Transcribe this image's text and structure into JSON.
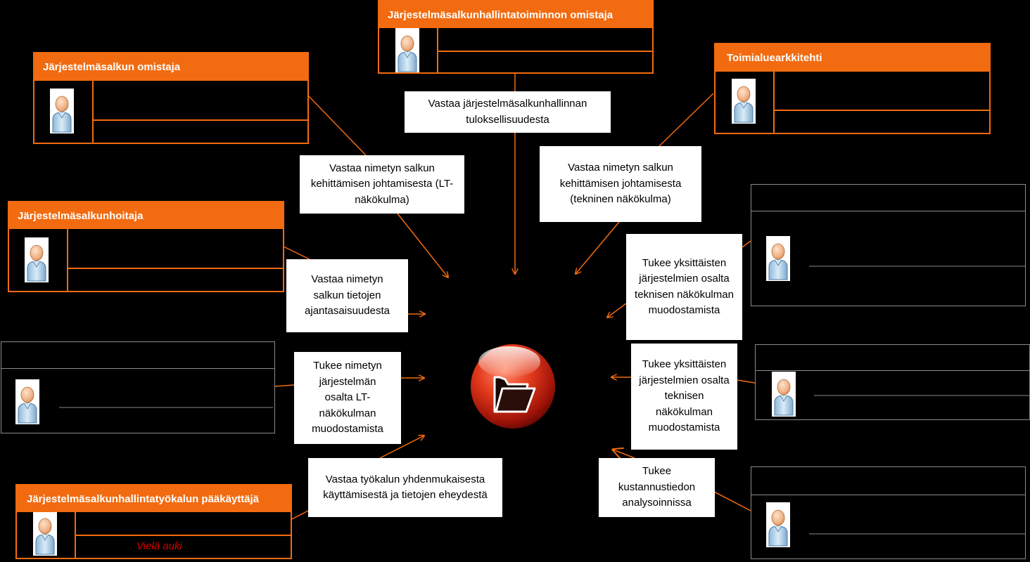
{
  "colors": {
    "accent": "#f26b10",
    "frame_gray": "#8a8a8a",
    "background": "#000000",
    "note_red": "#d40000"
  },
  "roles": {
    "portfolio_management_owner": {
      "title": "Järjestelmäsalkunhallintatoiminnon omistaja",
      "icon": "person-avatar-icon"
    },
    "portfolio_owner": {
      "title": "Järjestelmäsalkun omistaja",
      "icon": "person-avatar-icon"
    },
    "domain_architect": {
      "title": "Toimialuearkkitehti",
      "icon": "person-avatar-icon"
    },
    "portfolio_manager": {
      "title": "Järjestelmäsalkunhoitaja",
      "icon": "person-avatar-icon"
    },
    "tool_admin": {
      "title": "Järjestelmäsalkunhallintatyökalun pääkäyttäjä",
      "note": "Vielä auki",
      "icon": "person-avatar-icon"
    },
    "unnamed_left": {
      "title": "",
      "icon": "person-avatar-icon"
    },
    "unnamed_right_1": {
      "title": "",
      "icon": "person-avatar-icon"
    },
    "unnamed_right_2": {
      "title": "",
      "icon": "person-avatar-icon"
    },
    "unnamed_right_3": {
      "title": "",
      "icon": "person-avatar-icon"
    }
  },
  "labels": {
    "management_results": "Vastaa järjestelmäsalkunhallinnan tuloksellisuudesta",
    "lead_it": "Vastaa nimetyn salkun kehittämisen johtamisesta (LT-näkökulma)",
    "lead_technical": "Vastaa nimetyn salkun kehittämisen johtamisesta (tekninen näkökulma)",
    "data_currency": "Vastaa nimetyn salkun tietojen ajantasaisuudesta",
    "support_it_view": "Tukee nimetyn järjestelmän osalta LT-näkökulman muodostamista",
    "tool_consistency": "Vastaa työkalun yhdenmukaisesta käyttämisestä ja tietojen eheydestä",
    "support_tech_1": "Tukee yksittäisten järjestelmien osalta teknisen näkökulman muodostamista",
    "support_tech_2": "Tukee yksittäisten järjestelmien osalta teknisen näkökulman muodostamista",
    "cost_analysis": "Tukee kustannustiedon analysoinnissa"
  },
  "center": {
    "icon": "portfolio-folder-icon",
    "color": "#c62d14"
  }
}
